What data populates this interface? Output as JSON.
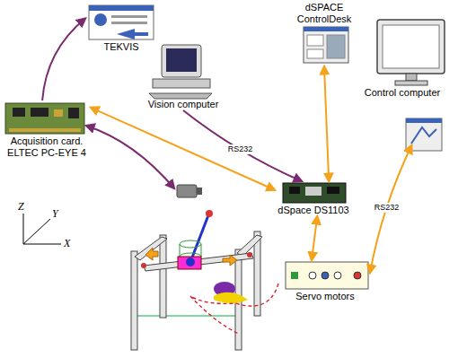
{
  "diagram": {
    "nodes": [
      {
        "text": [
          "TEKVIS"
        ]
      },
      {
        "text": [
          "Vision computer"
        ]
      },
      {
        "text": [
          "dSPACE ControlDesk"
        ]
      },
      {
        "text": [
          "Control computer"
        ]
      },
      {
        "text": [
          "Acquisition card. ELTEC PC-EYE 4"
        ]
      },
      {
        "text": [
          "dSpace DS1103"
        ]
      },
      {
        "text": [
          "Servo motors"
        ]
      }
    ],
    "edges": [
      {
        "from": 4,
        "to": 0,
        "arrow": "to"
      },
      {
        "from": 1,
        "to": 5,
        "label": "RS232",
        "arrow": "to"
      },
      {
        "from": 2,
        "to": 5,
        "arrow": "both"
      },
      {
        "from": 5,
        "to": 4,
        "arrow": "both"
      },
      {
        "from": 5,
        "to": 6,
        "arrow": "both"
      },
      {
        "from": 3,
        "to": 6,
        "label": "RS232",
        "arrow": "both"
      }
    ],
    "labels": [
      "Z",
      "Y",
      "X"
    ]
  }
}
